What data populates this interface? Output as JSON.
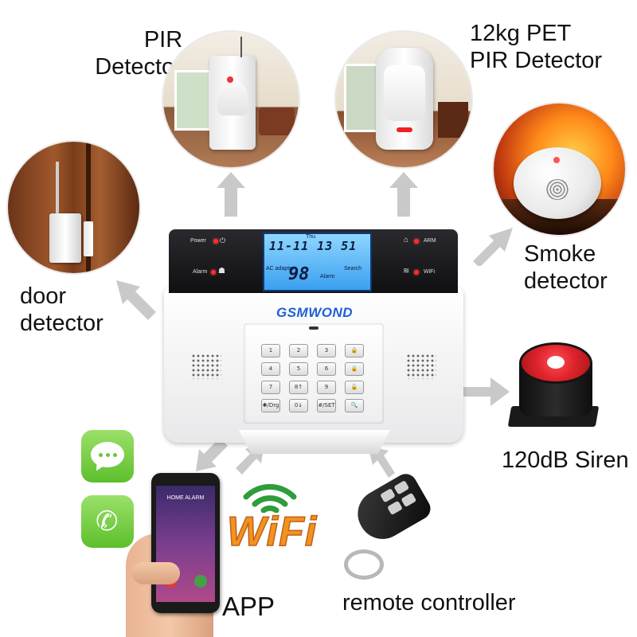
{
  "labels": {
    "pir_line1": "PIR",
    "pir_line2": "Detector",
    "pet_line1": "12kg PET",
    "pet_line2": "PIR Detector",
    "smoke_line1": "Smoke",
    "smoke_line2": "detector",
    "door_line1": "door",
    "door_line2": "detector",
    "siren": "120dB Siren",
    "app": "APP",
    "remote": "remote controller",
    "wifi": "WiFi"
  },
  "panel": {
    "brand": "GSMWOND",
    "lcd_time": "11-11 13 51",
    "lcd_day": "Thu",
    "lcd_number": "98",
    "lcd_alarm": "Alarm",
    "lcd_ac": "AC adapter",
    "lcd_search": "Search",
    "power_label": "Power",
    "alarm_label": "Alarm",
    "arm_label": "ARM",
    "wifi_label": "WiFi"
  },
  "keypad": {
    "keys": [
      "1",
      "2",
      "3",
      "🔒",
      "4",
      "5",
      "6",
      "🔒",
      "7",
      "8↑",
      "9",
      "🔓",
      "✱/Drg",
      "0↓",
      "#/SET",
      "🔍"
    ]
  },
  "phone": {
    "screen_title": "HOME ALARM"
  },
  "colors": {
    "arrow": "#c9c9c9",
    "lcd": "#5cb8ff",
    "brand": "#1e5fd8",
    "siren_red": "#e0242c",
    "chat_green": "#7ed04a"
  },
  "icons": [
    "message-bubble-icon",
    "phone-call-icon",
    "wifi-logo",
    "arrow-up-icon",
    "arrow-diagonal-icon",
    "arrow-left-icon",
    "arrow-right-icon"
  ]
}
